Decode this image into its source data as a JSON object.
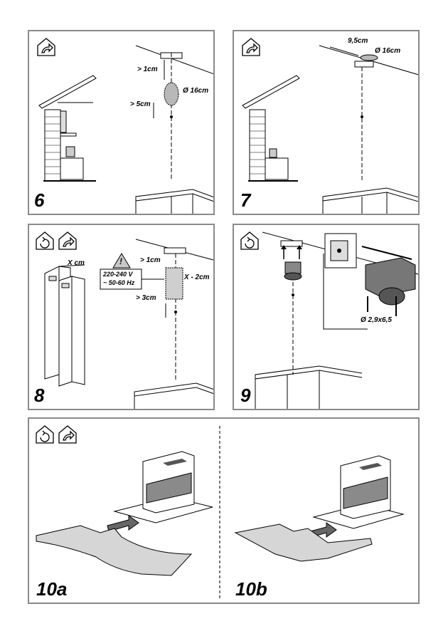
{
  "panels": {
    "p6": {
      "step": "6",
      "labels": {
        "gap_top": "> 1cm",
        "diameter": "Ø 16cm",
        "gap_side": "> 5cm"
      }
    },
    "p7": {
      "step": "7",
      "labels": {
        "spacing": "9,5cm",
        "diameter": "Ø 16cm"
      }
    },
    "p8": {
      "step": "8",
      "labels": {
        "width": "X cm",
        "voltage": "220-240 V",
        "frequency": "~ 50-60 Hz",
        "gap_top": "> 1cm",
        "offset": "X - 2cm",
        "gap_side": "> 3cm",
        "warning": "!"
      }
    },
    "p9": {
      "step": "9",
      "labels": {
        "screw": "Ø 2,9x6,5"
      }
    },
    "p10a": {
      "step": "10a"
    },
    "p10b": {
      "step": "10b"
    }
  },
  "icons": [
    "ducted-mode-icon",
    "recirculation-mode-icon"
  ]
}
